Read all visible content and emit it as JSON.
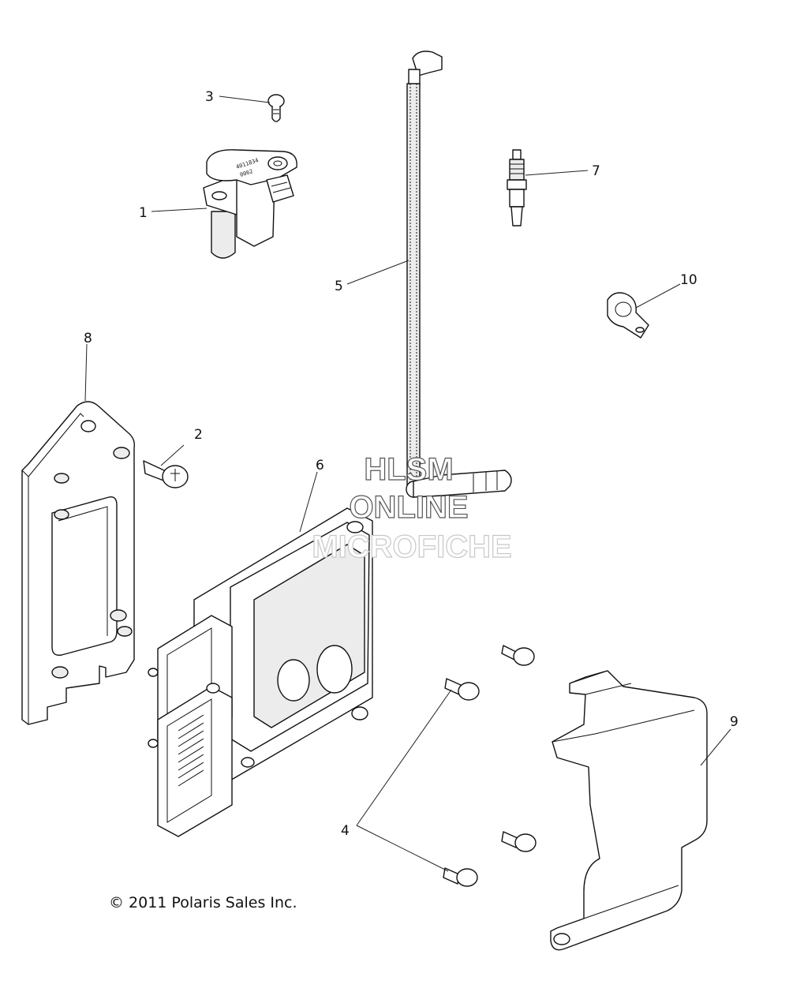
{
  "callouts": [
    {
      "id": "1",
      "label": "1"
    },
    {
      "id": "2",
      "label": "2"
    },
    {
      "id": "3",
      "label": "3"
    },
    {
      "id": "4",
      "label": "4"
    },
    {
      "id": "5",
      "label": "5"
    },
    {
      "id": "6",
      "label": "6"
    },
    {
      "id": "7",
      "label": "7"
    },
    {
      "id": "8",
      "label": "8"
    },
    {
      "id": "9",
      "label": "9"
    },
    {
      "id": "10",
      "label": "10"
    }
  ],
  "watermark": {
    "line1": "HLSM",
    "line2": "ONLINE",
    "line3": "MICROFICHE"
  },
  "coil_marking": {
    "line1": "4011834",
    "line2": "0062"
  },
  "copyright": "© 2011 Polaris Sales Inc."
}
